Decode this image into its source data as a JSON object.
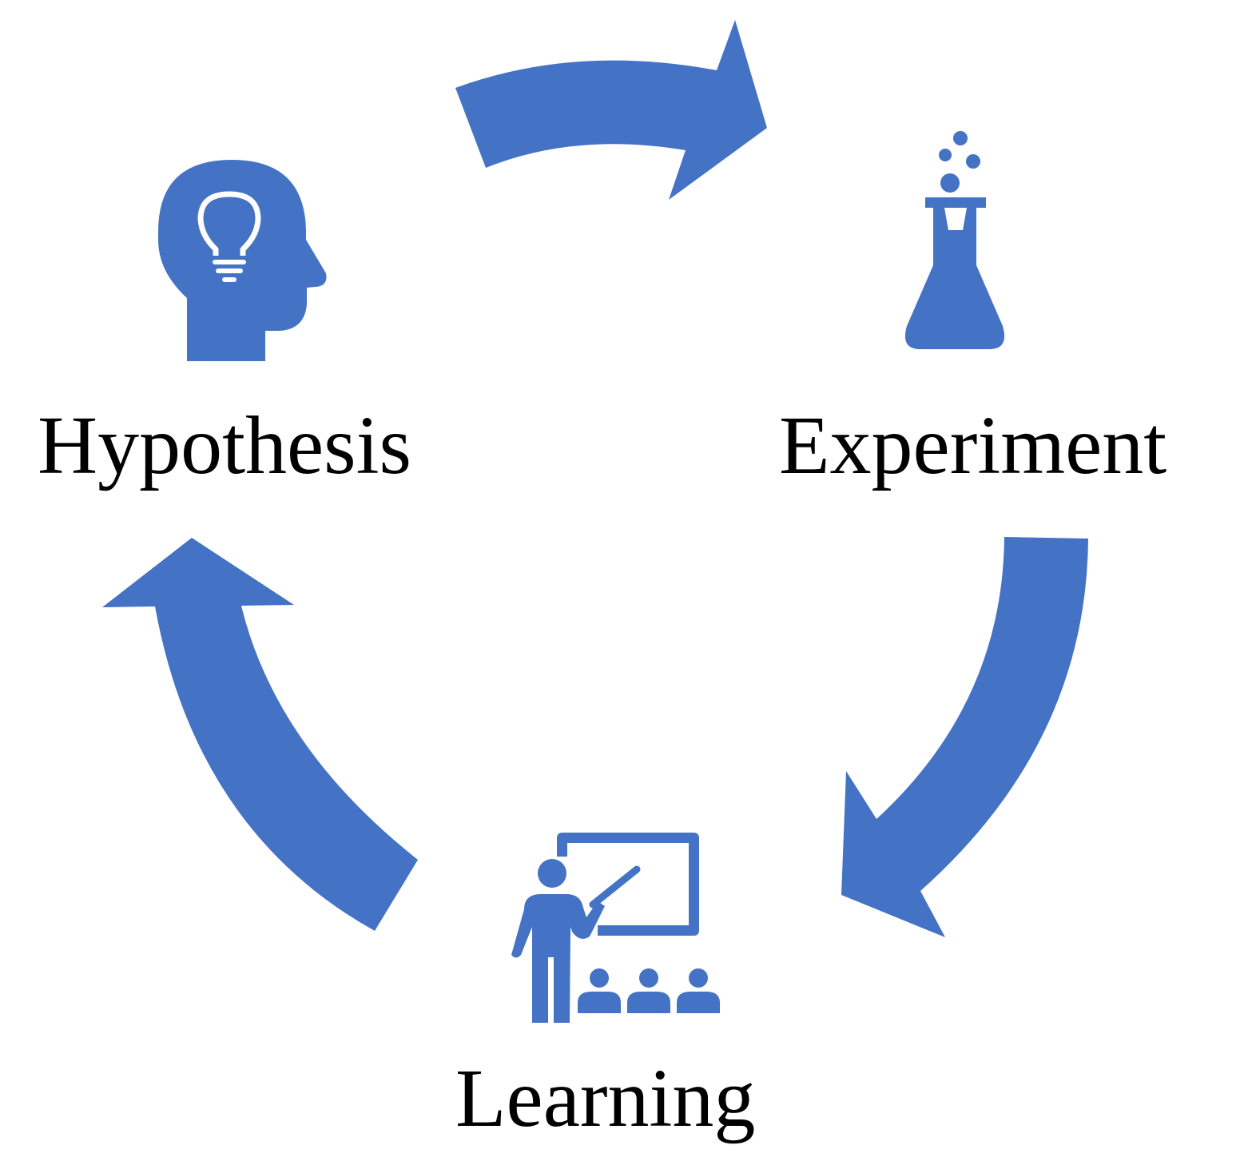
{
  "colors": {
    "accent": "#4472C4",
    "text": "#000000",
    "background": "#FFFFFF"
  },
  "nodes": [
    {
      "id": "hypothesis",
      "label": "Hypothesis",
      "icon": "head-lightbulb-icon"
    },
    {
      "id": "experiment",
      "label": "Experiment",
      "icon": "flask-icon"
    },
    {
      "id": "learning",
      "label": "Learning",
      "icon": "teacher-presentation-icon"
    }
  ],
  "edges": [
    {
      "from": "hypothesis",
      "to": "experiment"
    },
    {
      "from": "experiment",
      "to": "learning"
    },
    {
      "from": "learning",
      "to": "hypothesis"
    }
  ]
}
